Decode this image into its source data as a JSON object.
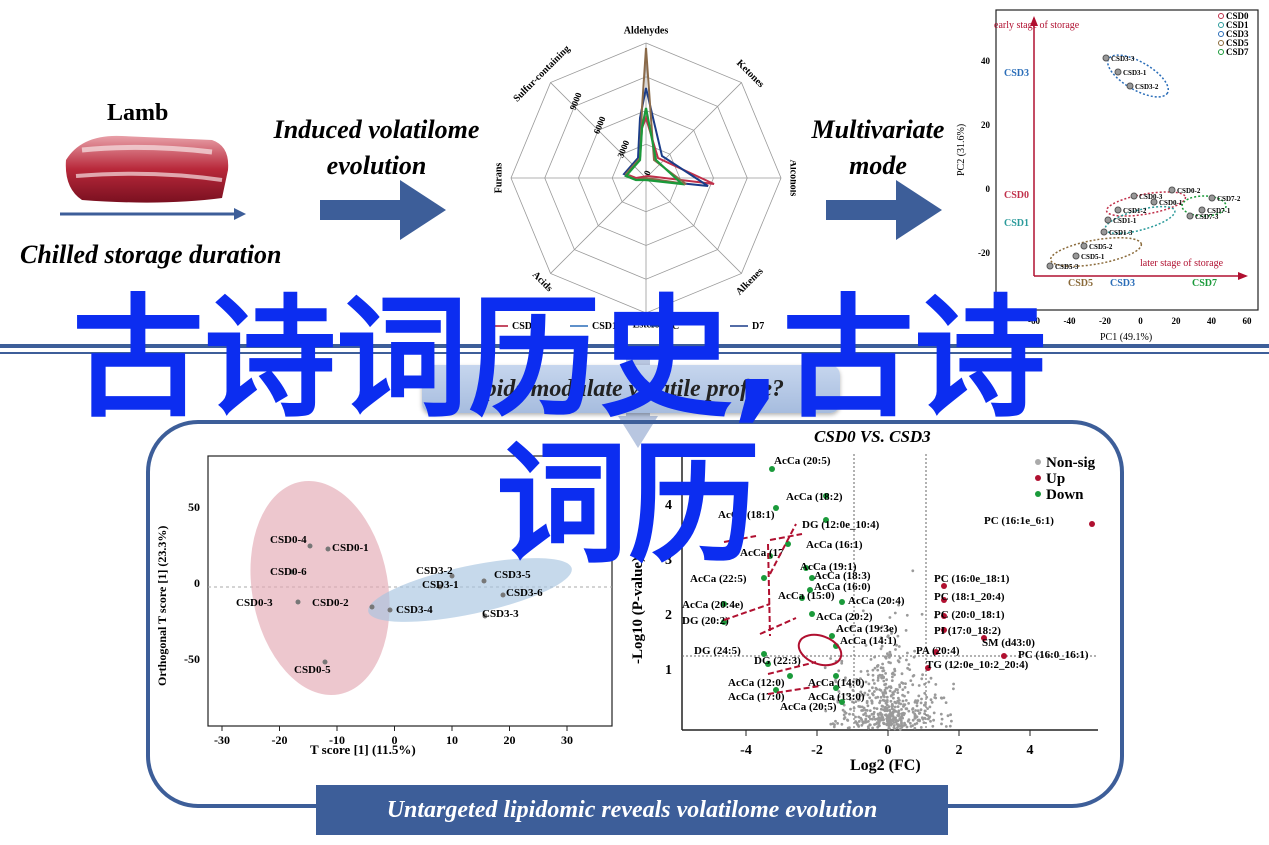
{
  "left": {
    "title": "Lamb",
    "caption": "Chilled storage duration"
  },
  "step1": {
    "line1": "Induced volatilome",
    "line2": "evolution"
  },
  "step2": {
    "line1": "Multivariate",
    "line2": "mode"
  },
  "radar": {
    "axes": [
      "Aldehydes",
      "Ketones",
      "Alcohols",
      "Alkenes",
      "Esters",
      "Acids",
      "Furans",
      "Sulfur-containing"
    ],
    "ticks": [
      "0",
      "3000",
      "6000",
      "9000"
    ],
    "legend": [
      "CSD0",
      "CSD1",
      "C",
      "D7"
    ]
  },
  "pca_top": {
    "title": "early stage of storage",
    "bottom_note": "later stage of storage",
    "xlabel": "PC1 (49.1%)",
    "ylabel": "PC2 (31.6%)",
    "xticks": [
      "-60",
      "-40",
      "-20",
      "0",
      "20",
      "40",
      "60"
    ],
    "yticks": [
      "40",
      "20",
      "0",
      "-20"
    ],
    "legend": [
      "CSD0",
      "CSD1",
      "CSD3",
      "CSD5",
      "CSD7"
    ],
    "group_labels": [
      "CSD3",
      "CSD0",
      "CSD1",
      "CSD5",
      "CSD3",
      "CSD7"
    ],
    "points": [
      "CSD3-3",
      "CSD3-1",
      "CSD3-2",
      "CSD0-3",
      "CSD0-2",
      "CSD0-1",
      "CSD1-2",
      "CSD1-1",
      "CSD1-3",
      "CSD7-2",
      "CSD7-1",
      "CSD7-3",
      "CSD5-2",
      "CSD5-1",
      "CSD5-3"
    ]
  },
  "question": "ipids modulate volatile profile?",
  "oplsda": {
    "xlabel": "T score [1] (11.5%)",
    "ylabel": "Orthogonal T score [1] (23.3%)",
    "xticks": [
      "-30",
      "-20",
      "-10",
      "0",
      "10",
      "20",
      "30"
    ],
    "yticks": [
      "50",
      "0",
      "-50"
    ],
    "corner": "CSD3",
    "points": [
      "CSD0-4",
      "CSD0-1",
      "CSD0-6",
      "CSD0-3",
      "CSD0-2",
      "CSD0-5",
      "CSD3-2",
      "CSD3-1",
      "CSD3-5",
      "CSD3-6",
      "CSD3-4",
      "CSD3-3"
    ]
  },
  "volcano": {
    "title": "CSD0 VS. CSD3",
    "xlabel": "Log2 (FC)",
    "ylabel": "-Log10 (P-value)",
    "xticks": [
      "-4",
      "-2",
      "0",
      "2",
      "4"
    ],
    "yticks": [
      "1",
      "2",
      "3",
      "4"
    ],
    "legend": [
      "Non-sig",
      "Up",
      "Down"
    ],
    "labels": [
      "AcCa (20:5)",
      "AcCa (18:2)",
      "AcCa (18:1)",
      "DG (12:0e_10:4)",
      "AcCa (16:1)",
      "AcCa (17",
      "AcCa (19:1)",
      "AcCa (22:5)",
      "AcCa (18:3)",
      "AcCa (16:0)",
      "AcCa (15:0)",
      "AcCa (20:4)",
      "AcCa (20:4e)",
      "AcCa (20:2)",
      "DG (20:2)",
      "AcCa (19:3e)",
      "AcCa (14:1)",
      "DG (24:5)",
      "DG (22:3)",
      "AcCa (12:0)",
      "AcCa (14:0)",
      "AcCa (17:0)",
      "AcCa (13:0)",
      "AcCa (20:5)",
      "PC (16:1e_6:1)",
      "PC (16:0e_18:1)",
      "PC (18:1_20:4)",
      "PC (20:0_18:1)",
      "PI (17:0_18:2)",
      "SM (d43:0)",
      "PA (20:4)",
      "PC (16:0_16:1)",
      "TG (12:0e_10:2_20:4)"
    ]
  },
  "banner": "Untargeted lipidomic reveals volatilome evolution",
  "watermark": {
    "line1": "古诗词历史,古诗",
    "line2": "词历"
  },
  "colors": {
    "accent": "#3d5e99",
    "up": "#b01030",
    "down": "#1a9a3a",
    "watermark": "#0c2df0"
  }
}
